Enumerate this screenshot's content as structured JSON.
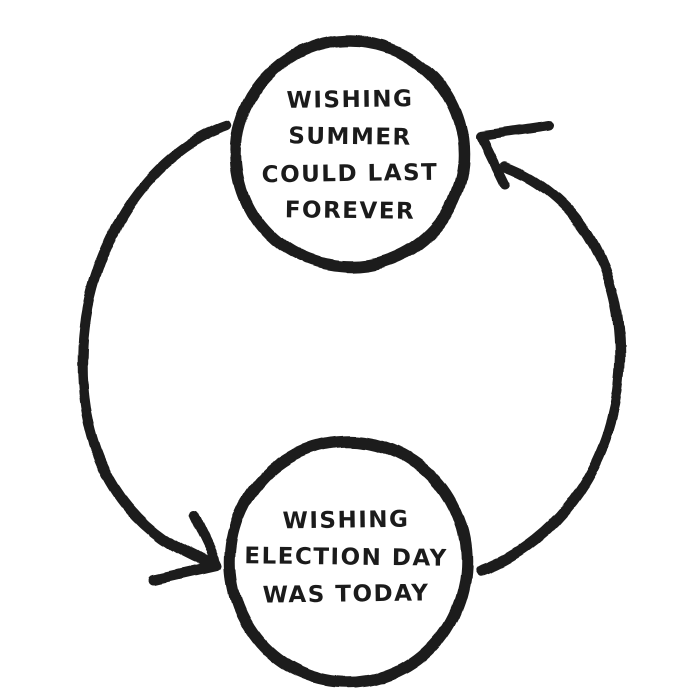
{
  "diagram": {
    "type": "cycle",
    "background": "#ffffff",
    "ink_color": "#1b1b1b",
    "nodes": [
      {
        "id": "summer",
        "text": "WISHING SUMMER COULD LAST FOREVER",
        "lines": [
          "WISHING",
          "SUMMER",
          "COULD LAST",
          "FOREVER"
        ]
      },
      {
        "id": "election",
        "text": "WISHING ELECTION DAY WAS TODAY",
        "lines": [
          "WISHING",
          "ELECTION DAY",
          "WAS TODAY"
        ]
      }
    ],
    "edges": [
      {
        "from": "summer",
        "to": "election",
        "side": "left",
        "style": "hand-drawn curved arrow"
      },
      {
        "from": "election",
        "to": "summer",
        "side": "right",
        "style": "hand-drawn curved arrow"
      }
    ]
  }
}
